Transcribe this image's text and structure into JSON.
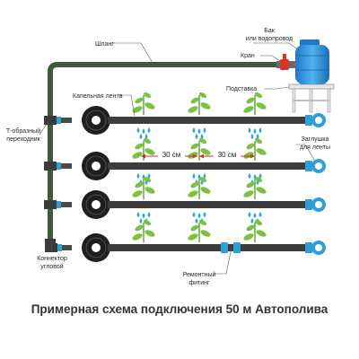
{
  "labels": {
    "tank": [
      "Бак",
      "или водопровод"
    ],
    "hose": "Шланг",
    "valve": "Кран",
    "stand": "Подставка",
    "drip_tape": "Капельная лента",
    "tee": [
      "Т-образный",
      "переходник"
    ],
    "plug": [
      "Заглушка",
      "для ленты"
    ],
    "corner": [
      "Коннектор",
      "угловой"
    ],
    "repair": [
      "Ремонтный",
      "фитинг"
    ]
  },
  "spacing": [
    "30 см",
    "30 см"
  ],
  "caption": "Примерная схема подключения 50 м Автополива",
  "colors": {
    "pipe": "#3d3d3d",
    "hose": "#3f5a3a",
    "fitting": "#2f9fd6",
    "leaf": "#7cc142",
    "drop": "#2ea8e0",
    "valve": "#d8342c",
    "dimension": "#c0392b"
  },
  "icons": [
    "water-tank-icon",
    "valve-icon",
    "stand-icon",
    "plant-icon",
    "water-drop-icon",
    "tape-reel-icon",
    "end-plug-icon",
    "tee-connector-icon",
    "corner-connector-icon",
    "repair-fitting-icon"
  ]
}
